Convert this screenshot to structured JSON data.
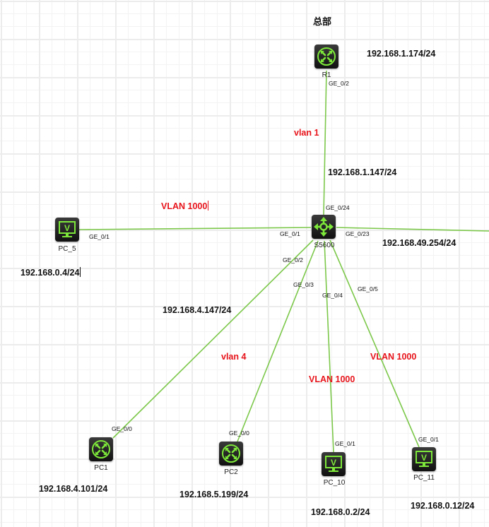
{
  "title": "总部",
  "link_color": "#7cc84a",
  "vlan_color": "#e8141b",
  "devices": [
    {
      "id": "R1",
      "label": "R1",
      "type": "router",
      "icon": "router-icon"
    },
    {
      "id": "S5600",
      "label": "S5600",
      "type": "switch",
      "icon": "switch-icon"
    },
    {
      "id": "PC_5",
      "label": "PC_5",
      "type": "pc",
      "icon": "pc-monitor-icon"
    },
    {
      "id": "PC1",
      "label": "PC1",
      "type": "router",
      "icon": "router-icon"
    },
    {
      "id": "PC2",
      "label": "PC2",
      "type": "router",
      "icon": "router-icon"
    },
    {
      "id": "PC_10",
      "label": "PC_10",
      "type": "pc",
      "icon": "pc-monitor-icon"
    },
    {
      "id": "PC_11",
      "label": "PC_11",
      "type": "pc",
      "icon": "pc-monitor-icon"
    }
  ],
  "links": [
    {
      "from": "R1",
      "from_port": "GE_0/2",
      "to": "S5600",
      "to_port": "GE_0/24"
    },
    {
      "from": "S5600",
      "from_port": "GE_0/1",
      "to": "PC_5",
      "to_port": "GE_0/1"
    },
    {
      "from": "S5600",
      "from_port": "GE_0/23",
      "to": "offscreen-right",
      "to_port": ""
    },
    {
      "from": "S5600",
      "from_port": "GE_0/2",
      "to": "PC1",
      "to_port": "GE_0/0"
    },
    {
      "from": "S5600",
      "from_port": "GE_0/3",
      "to": "PC2",
      "to_port": "GE_0/0"
    },
    {
      "from": "S5600",
      "from_port": "GE_0/4",
      "to": "PC_10",
      "to_port": "GE_0/1"
    },
    {
      "from": "S5600",
      "from_port": "GE_0/5",
      "to": "PC_11",
      "to_port": "GE_0/1"
    }
  ],
  "ip_labels": {
    "r1": "192.168.1.174/24",
    "s5600_uplink": "192.168.1.147/24",
    "s5600_ge023": "192.168.49.254/24",
    "pc5": "192.168.0.4/24",
    "s5600_vlan4": "192.168.4.147/24",
    "pc1": "192.168.4.101/24",
    "pc2": "192.168.5.199/24",
    "pc10": "192.168.0.2/24",
    "pc11": "192.168.0.12/24"
  },
  "vlan_labels": {
    "uplink": "vlan 1",
    "pc5_link": "VLAN 1000",
    "pc1_pc2_links": "vlan 4",
    "pc10_link": "VLAN 1000",
    "pc11_link": "VLAN 1000"
  }
}
